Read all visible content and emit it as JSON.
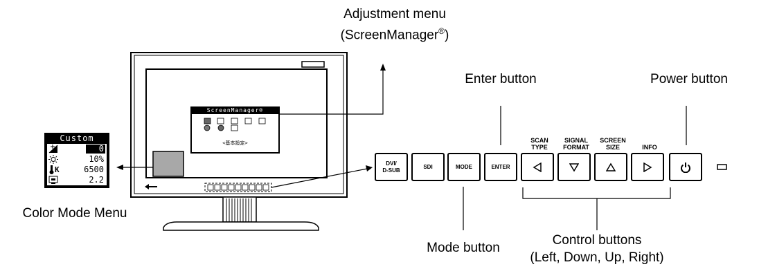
{
  "labels": {
    "adjustment_menu": "Adjustment menu",
    "screenmanager": "(ScreenManager",
    "registered": "®",
    "screenmanager_close": ")",
    "enter_button": "Enter button",
    "power_button": "Power button",
    "color_mode_menu": "Color Mode Menu",
    "mode_button": "Mode button",
    "control_buttons": "Control buttons",
    "control_buttons_sub": "(Left, Down, Up, Right)"
  },
  "color_menu": {
    "title": "Custom",
    "rows": [
      {
        "icon": "contrast-icon",
        "value": "0"
      },
      {
        "icon": "brightness-icon",
        "value": "10%"
      },
      {
        "icon": "temperature-icon",
        "unit": "K",
        "value": "6500"
      },
      {
        "icon": "gamma-icon",
        "value": "2.2"
      }
    ]
  },
  "screenmanager_window": {
    "title": "ScreenManager®",
    "footer": "<基本設定>"
  },
  "panel": {
    "buttons": [
      {
        "id": "dvi",
        "label": "DVI/\nD-SUB"
      },
      {
        "id": "sdi",
        "label": "SDI"
      },
      {
        "id": "mode",
        "label": "MODE"
      },
      {
        "id": "enter",
        "label": "ENTER"
      },
      {
        "id": "left",
        "icon": "triangle-left-icon"
      },
      {
        "id": "down",
        "icon": "triangle-down-icon"
      },
      {
        "id": "up",
        "icon": "triangle-up-icon"
      },
      {
        "id": "right",
        "icon": "triangle-right-icon"
      },
      {
        "id": "power",
        "icon": "power-icon"
      }
    ],
    "captions": {
      "scan_type": "SCAN\nTYPE",
      "signal_format": "SIGNAL\nFORMAT",
      "screen_size": "SCREEN\nSIZE",
      "info": "INFO"
    }
  }
}
